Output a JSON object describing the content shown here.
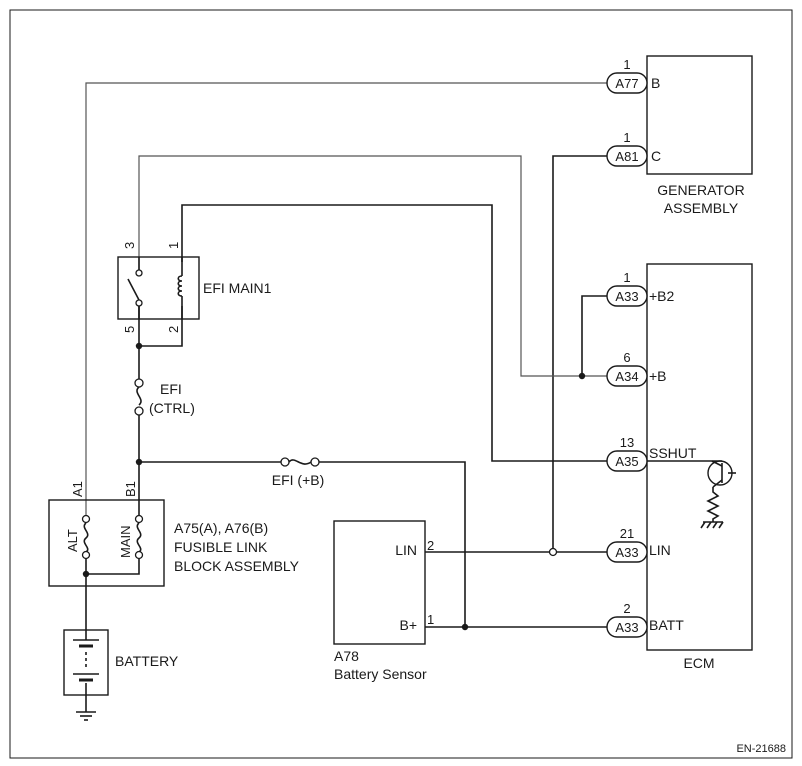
{
  "figure_id": "EN-21688",
  "components": {
    "generator": {
      "name_line1": "GENERATOR",
      "name_line2": "ASSEMBLY",
      "pins": [
        {
          "num": "1",
          "connector": "A77",
          "terminal": "B"
        },
        {
          "num": "1",
          "connector": "A81",
          "terminal": "C"
        }
      ]
    },
    "ecm": {
      "name": "ECM",
      "pins": [
        {
          "num": "1",
          "connector": "A33",
          "terminal": "+B2"
        },
        {
          "num": "6",
          "connector": "A34",
          "terminal": "+B"
        },
        {
          "num": "13",
          "connector": "A35",
          "terminal": "SSHUT"
        },
        {
          "num": "21",
          "connector": "A33",
          "terminal": "LIN"
        },
        {
          "num": "2",
          "connector": "A33",
          "terminal": "BATT"
        }
      ]
    },
    "relay": {
      "name": "EFI MAIN1",
      "pins": [
        "3",
        "1",
        "5",
        "2"
      ]
    },
    "fuse_efi_ctrl": {
      "line1": "EFI",
      "line2": "(CTRL)"
    },
    "fuse_efi_b": {
      "label": "EFI (+B)"
    },
    "fusible_link": {
      "line1": "A75(A), A76(B)",
      "line2": "FUSIBLE LINK",
      "line3": "BLOCK ASSEMBLY",
      "pins": [
        "A1",
        "B1"
      ],
      "fuses": [
        "ALT",
        "MAIN"
      ]
    },
    "battery_sensor": {
      "id": "A78",
      "name": "Battery Sensor",
      "pins": [
        {
          "terminal": "LIN",
          "num": "2"
        },
        {
          "terminal": "B+",
          "num": "1"
        }
      ]
    },
    "battery": {
      "name": "BATTERY"
    }
  }
}
